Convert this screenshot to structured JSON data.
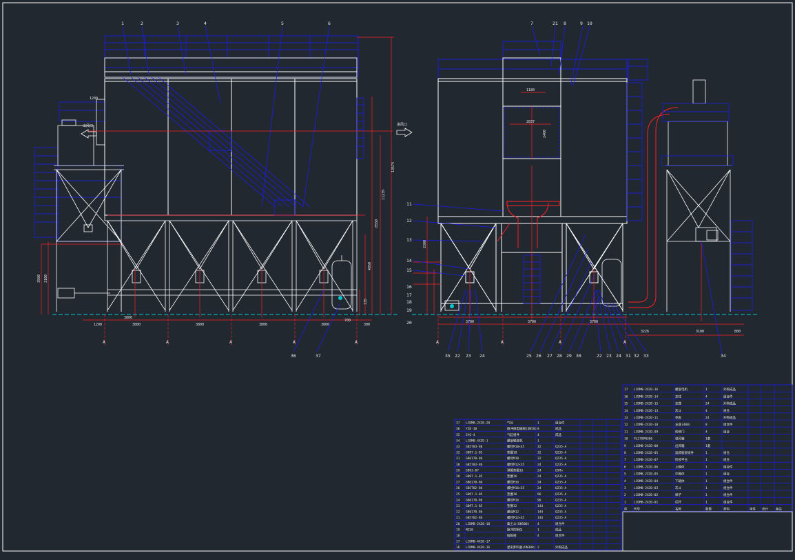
{
  "drawing": {
    "background": "#212830",
    "colors": {
      "outline": "#ffffff",
      "structure": "#1c1cff",
      "dimension": "#ff2020",
      "center": "#ff2020",
      "grid": "#00c8d0",
      "text": "#e8e8e8"
    },
    "front_view": {
      "top_labels": [
        "1",
        "2",
        "3",
        "4",
        "5",
        "6"
      ],
      "bottom_labels": [
        "36",
        "37"
      ],
      "bottom_dims": [
        "1200",
        "3800",
        "3800",
        "3800",
        "3800",
        "3800",
        "700",
        "300"
      ],
      "right_dims": [
        "13574",
        "11239",
        "8550",
        "4850",
        "335"
      ],
      "left_dims": [
        "3500",
        "3100"
      ],
      "side_dims": [
        "1200"
      ],
      "axis_marks": [
        "A",
        "A",
        "A",
        "A",
        "A"
      ],
      "arrow_text": "出风口"
    },
    "side_view": {
      "top_labels": [
        "7",
        "21",
        "8",
        "9",
        "10"
      ],
      "left_labels": [
        "11",
        "12",
        "13",
        "14",
        "15",
        "16",
        "17",
        "18",
        "19",
        "20"
      ],
      "bottom_labels_left": [
        "35",
        "22",
        "23",
        "24"
      ],
      "bottom_labels_mid": [
        "25",
        "26",
        "27",
        "28",
        "29",
        "30"
      ],
      "bottom_labels_right": [
        "22",
        "23",
        "24",
        "31",
        "32",
        "33"
      ],
      "callout_34": "34",
      "bottom_dims": [
        "3700",
        "3700",
        "3700",
        "3226",
        "3100",
        "800"
      ],
      "inner_dims": [
        "1180",
        "2837",
        "2400",
        "2300"
      ],
      "axis_marks": [
        "A",
        "A",
        "A",
        "A"
      ],
      "arrow_text": "进风口"
    }
  },
  "parts_list_left": [
    [
      "37",
      "LCDMB-2X3D-20",
      "气包",
      "1",
      "组合件",
      ""
    ],
    [
      "36",
      "Y2D-18",
      "脉冲阀电磁阀(DN50)",
      "8",
      "成品",
      ""
    ],
    [
      "35",
      "3YG-4",
      "气缸组件",
      "4",
      "成品",
      ""
    ],
    [
      "34",
      "LCDMB-4X3D-1",
      "螺旋输送机",
      "1",
      "",
      ""
    ],
    [
      "33",
      "GB5783-88",
      "螺栓M10×45",
      "32",
      "Q235-A",
      ""
    ],
    [
      "32",
      "GB97.1-85",
      "垫圈10",
      "32",
      "Q235-A",
      ""
    ],
    [
      "31",
      "GB6170-86",
      "螺母M10",
      "32",
      "Q235-A",
      ""
    ],
    [
      "30",
      "GB5783-86",
      "螺栓M12×35",
      "24",
      "Q235-A",
      ""
    ],
    [
      "29",
      "GB93-87",
      "弹簧垫圈16",
      "24",
      "65Mn",
      ""
    ],
    [
      "28",
      "GB97.1-85",
      "垫圈16",
      "24",
      "Q235-A",
      ""
    ],
    [
      "27",
      "GB6170-86",
      "螺母M16",
      "24",
      "Q235-A",
      ""
    ],
    [
      "26",
      "GB5782-86",
      "螺栓M16×55",
      "24",
      "Q235-A",
      ""
    ],
    [
      "25",
      "GB97.1-85",
      "垫圈16",
      "96",
      "Q235-A",
      ""
    ],
    [
      "24",
      "GB6170-86",
      "螺母M16",
      "96",
      "Q235-A",
      ""
    ],
    [
      "23",
      "GB97.1-85",
      "垫圈12",
      "144",
      "Q235-A",
      ""
    ],
    [
      "22",
      "GB6170-86",
      "螺母M12",
      "144",
      "Q235-A",
      ""
    ],
    [
      "21",
      "GB5782-86",
      "螺栓M12×45",
      "144",
      "Q235-A",
      ""
    ],
    [
      "20",
      "LCDMB-2X3D-18",
      "集尘斗(DN500)",
      "4",
      "组合件",
      ""
    ],
    [
      "19",
      "MZ20",
      "脉冲控制仪",
      "1",
      "成品",
      ""
    ],
    [
      "18",
      "",
      "插板阀",
      "4",
      "组合件",
      ""
    ],
    [
      "17",
      "LCDMB-4X3D-17",
      "",
      "",
      " ",
      ""
    ],
    [
      "16",
      "LCDMB-4X3D-16",
      "星形卸料器(DN300)",
      "2",
      "外购成品",
      ""
    ]
  ],
  "parts_list_right": [
    [
      "17",
      "LCDMB-2X3D-16",
      "螺旋电机",
      "1",
      "外购成品",
      ""
    ],
    [
      "16",
      "LCDMB-2X3D-14",
      "支柱",
      "4",
      "组合件",
      ""
    ],
    [
      "15",
      "LCDMB-2X3D-15",
      "支撑",
      "24",
      "外购成品",
      ""
    ],
    [
      "14",
      "LCDMB-2X3D-13",
      "灰斗",
      "4",
      "组合",
      ""
    ],
    [
      "13",
      "LCDMB-2X3D-11",
      "花板",
      "24",
      "外购成品",
      ""
    ],
    [
      "12",
      "LCDMB-2X3D-10",
      "支座(400)",
      "8",
      "组合件",
      ""
    ],
    [
      "11",
      "LCDMB-2X3D-09",
      "检修门",
      "4",
      "组合",
      ""
    ],
    [
      "10",
      "PL270PN300",
      "进风箱",
      "1套",
      "",
      " "
    ],
    [
      "9",
      "LCDMB-2X3D-08",
      "出风箱",
      "1套",
      "",
      " "
    ],
    [
      "8",
      "LCDMB-2X3D-05",
      "滤袋框架组件",
      "1",
      "组合",
      ""
    ],
    [
      "7",
      "LCDMB-2X3D-07",
      "检修平台",
      "1",
      "组合",
      ""
    ],
    [
      "6",
      "LCDMB-2X3D-06",
      "上箱体",
      "1",
      "组合件",
      ""
    ],
    [
      "5",
      "LCDMB-2X3D-05",
      "中箱体",
      "1",
      "组合",
      ""
    ],
    [
      "4",
      "LCDMB-2X3D-04",
      "下箱体",
      "1",
      "组合件",
      ""
    ],
    [
      "3",
      "LCDMB-2X3D-03",
      "灰斗",
      "1",
      "组合件",
      ""
    ],
    [
      "2",
      "LCDMB-2X3D-02",
      "梯子",
      "1",
      "组合件",
      ""
    ],
    [
      "1",
      "LCDMB-2X3D-01",
      "栏杆",
      "1",
      "组合件",
      ""
    ]
  ],
  "parts_list_header": [
    "序",
    "代号",
    "名称",
    "数量",
    "材料",
    "单件",
    "总计",
    "备注"
  ]
}
